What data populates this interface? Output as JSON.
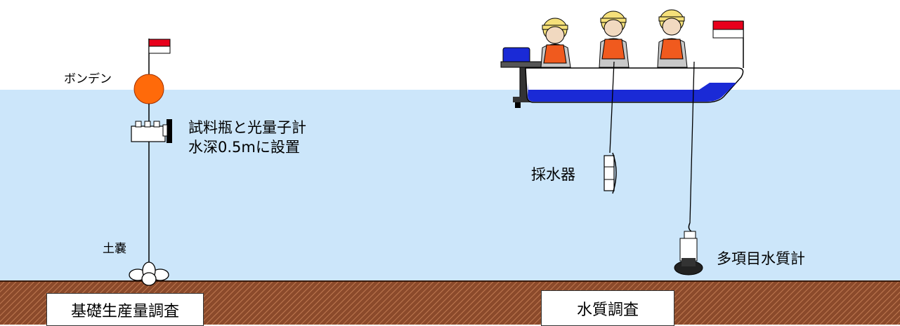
{
  "labels": {
    "bonden": "ボンデン",
    "sampler_line1": "試料瓶と光量子計",
    "sampler_line2": "水深0.5mに設置",
    "sandbag": "土嚢",
    "water_sampler": "採水器",
    "multi_meter": "多項目水質計",
    "primary_survey": "基礎生産量調査",
    "water_survey": "水質調査"
  },
  "colors": {
    "water": "#cce6fa",
    "seabed": "#8b4a2b",
    "buoy": "#ff6a0a",
    "boat_hull_blue": "#1a2ad6",
    "life_vest": "#f05a1e",
    "helmet": "#f5e07a",
    "flag_red": "#e8001c"
  }
}
